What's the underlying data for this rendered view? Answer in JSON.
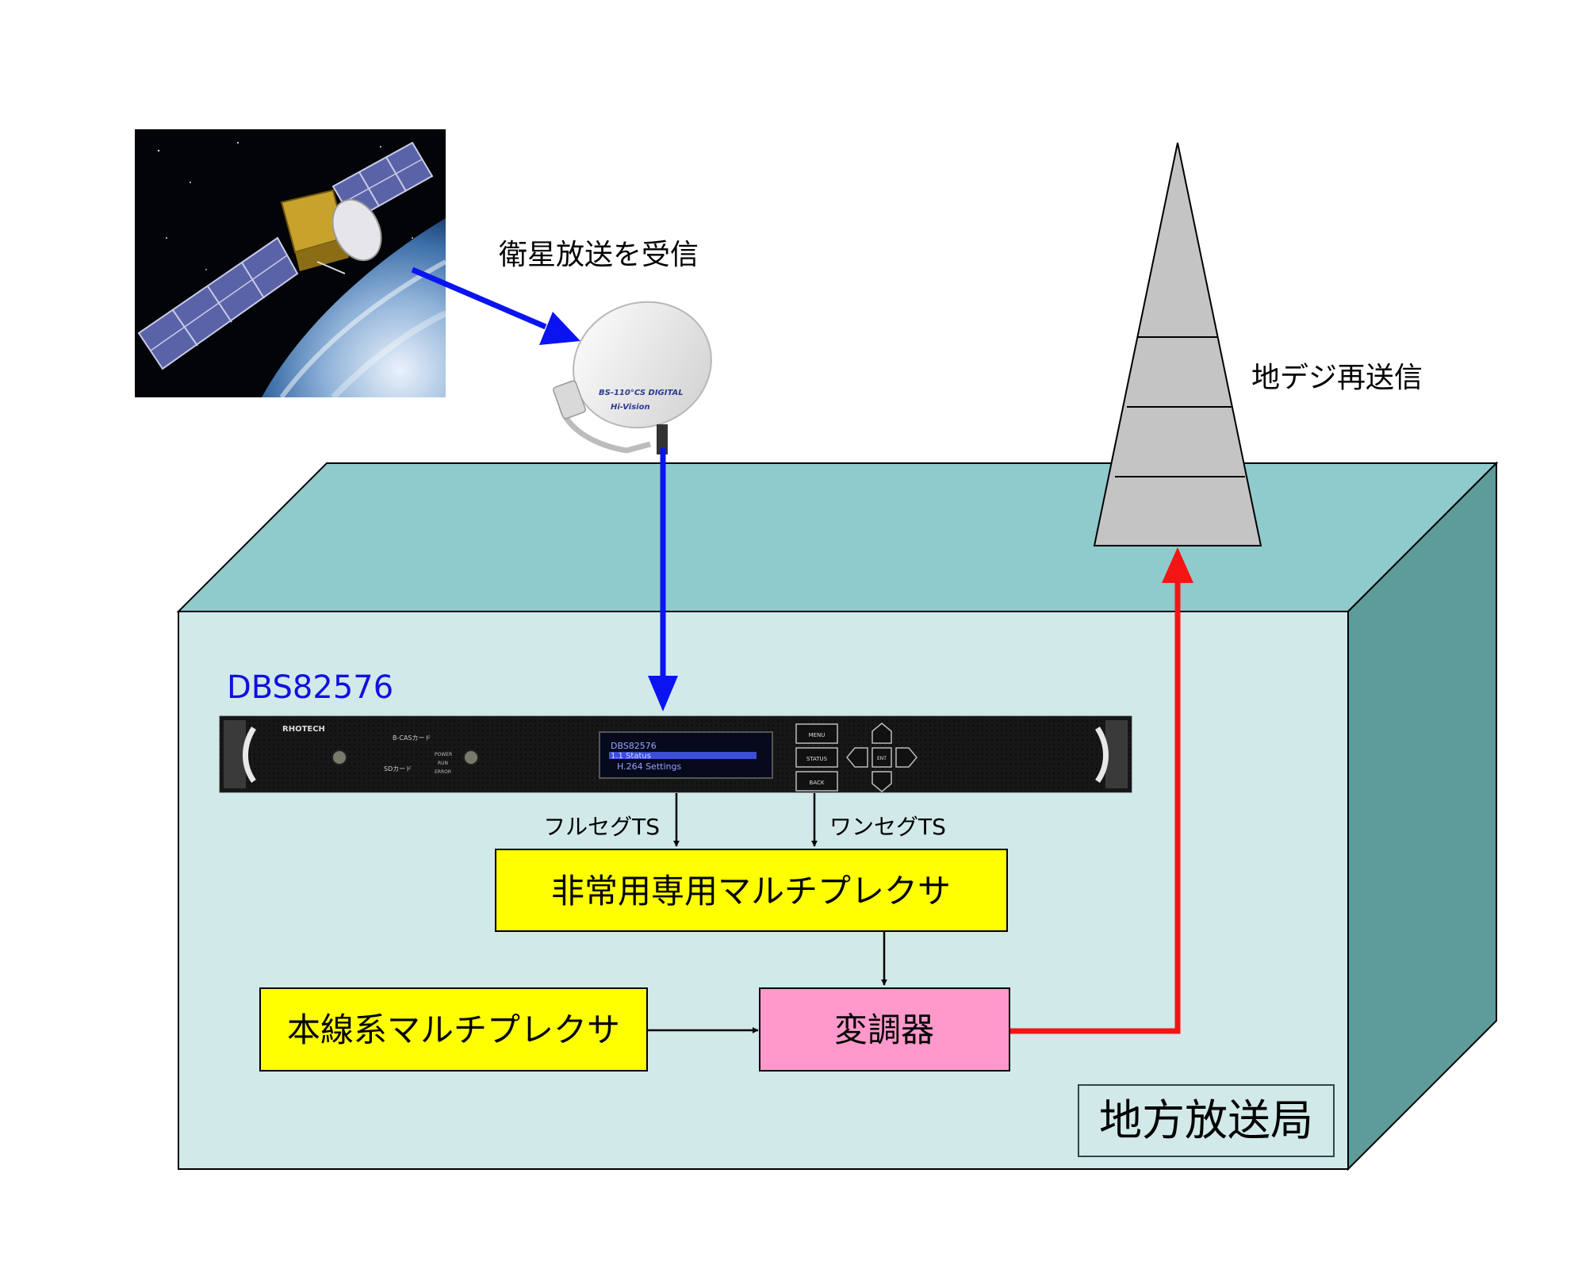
{
  "labels": {
    "satellite_receive": "衛星放送を受信",
    "terrestrial_retransmit": "地デジ再送信",
    "device_model": "DBS82576",
    "full_seg_ts": "フルセグTS",
    "one_seg_ts": "ワンセグTS",
    "emergency_mux": "非常用専用マルチプレクサ",
    "main_mux": "本線系マルチプレクサ",
    "modulator": "変調器",
    "local_station": "地方放送局"
  },
  "dish": {
    "brand_line1": "BS-110°CS DIGITAL",
    "brand_line2": "Hi-Vision"
  },
  "device_panel": {
    "logo": "RHOTECH",
    "bcas_label": "B-CASカード",
    "sd_label": "SDカード",
    "led_power": "POWER",
    "led_run": "RUN",
    "led_error": "ERROR",
    "lcd_line1": "DBS82576",
    "lcd_line2": "1.1 Status",
    "lcd_line3": "H.264 Settings",
    "btn_menu": "MENU",
    "btn_status": "STATUS",
    "btn_back": "BACK",
    "btn_enter": "ENT"
  },
  "colors": {
    "satellite_link": "#0a14f0",
    "transmit_link": "#f51414",
    "building_top": "#8fcbcc",
    "building_front": "#d1e9e9",
    "building_side": "#5e9c9c",
    "mux_fill": "#ffff00",
    "modulator_fill": "#ff99cc",
    "tower_fill": "#c4c4c4",
    "device_model_text": "#1010e0"
  }
}
